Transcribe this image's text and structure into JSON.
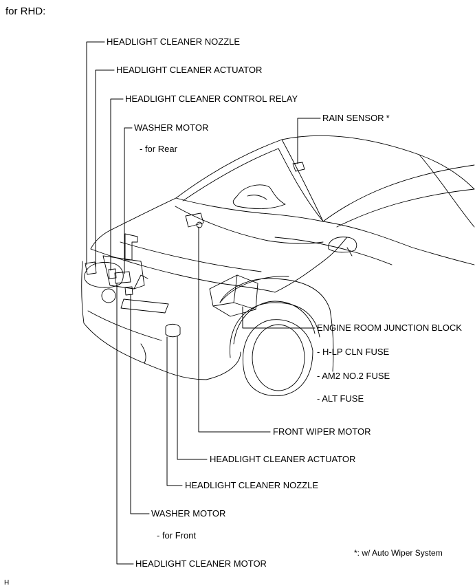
{
  "title": "for RHD:",
  "labels": {
    "hc_nozzle_top": "HEADLIGHT CLEANER NOZZLE",
    "hc_actuator_top": "HEADLIGHT CLEANER ACTUATOR",
    "hc_control_relay": "HEADLIGHT CLEANER CONTROL RELAY",
    "washer_motor_rear": "WASHER MOTOR",
    "washer_motor_rear_sub": "- for Rear",
    "rain_sensor": "RAIN SENSOR",
    "rain_sensor_mark": "*",
    "engine_room_jb": "ENGINE ROOM JUNCTION BLOCK",
    "fuse_hlp": "- H-LP CLN FUSE",
    "fuse_am2": "- AM2 NO.2 FUSE",
    "fuse_alt": "- ALT FUSE",
    "front_wiper_motor": "FRONT WIPER MOTOR",
    "hc_actuator_bottom": "HEADLIGHT CLEANER ACTUATOR",
    "hc_nozzle_bottom": "HEADLIGHT CLEANER NOZZLE",
    "washer_motor_front": "WASHER MOTOR",
    "washer_motor_front_sub": "- for Front",
    "hc_motor": "HEADLIGHT CLEANER MOTOR"
  },
  "footnote": "*: w/ Auto Wiper System",
  "corner_mark": "H"
}
